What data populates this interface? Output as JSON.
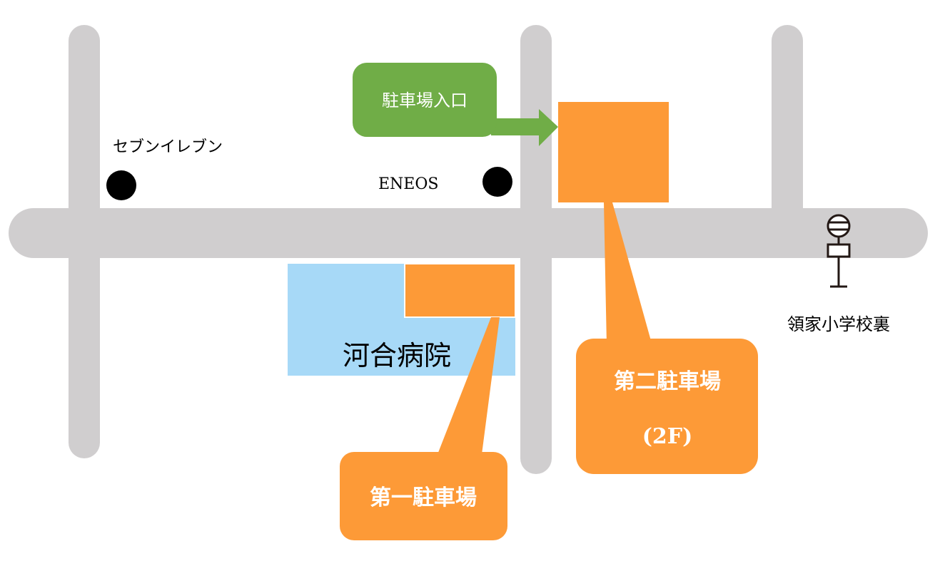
{
  "colors": {
    "road": "#d0cecf",
    "parking": "#fd9a37",
    "hospital": "#a7d9f7",
    "entrance": "#70ad47",
    "landmark": "#000000"
  },
  "landmarks": {
    "seven_eleven": "セブンイレブン",
    "eneos": "ENEOS"
  },
  "entrance": {
    "label": "駐車場入口",
    "icon": "arrow-right-icon"
  },
  "hospital": {
    "label": "河合病院"
  },
  "parking": {
    "first": "第一駐車場",
    "second": "第二駐車場",
    "second_floor": "(2F)"
  },
  "bus_stop": {
    "label": "領家小学校裏",
    "icon": "bus-stop-icon"
  }
}
